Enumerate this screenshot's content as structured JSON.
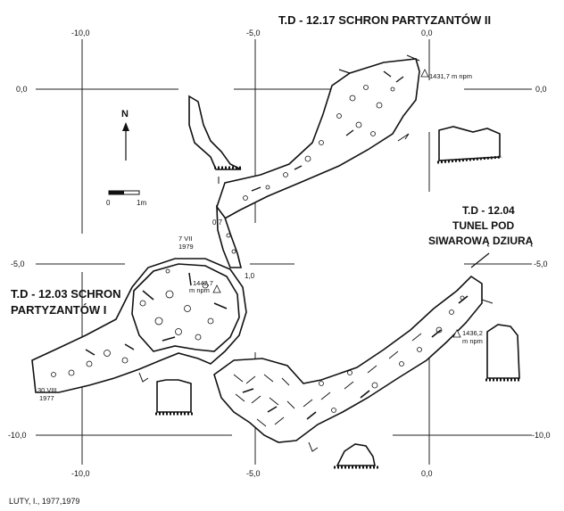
{
  "titles": {
    "north_cave": "T.D - 12.17  SCHRON PARTYZANTÓW II",
    "east_cave_line1": "T.D - 12.04",
    "east_cave_line2": "TUNEL POD",
    "east_cave_line3": "SIWAROWĄ DZIURĄ",
    "west_cave_line1": "T.D - 12.03  SCHRON",
    "west_cave_line2": "PARTYZANTÓW I"
  },
  "grid_labels": {
    "top_x_minus10": "-10,0",
    "top_x_minus5": "-5,0",
    "top_x_0": "0,0",
    "bottom_x_minus10": "-10,0",
    "bottom_x_minus5": "-5,0",
    "bottom_x_0": "0,0",
    "left_y_0": "0,0",
    "left_y_minus5": "-5,0",
    "left_y_minus10": "-10,0",
    "right_y_0": "0,0",
    "right_y_minus5": "-5,0",
    "right_y_minus10": "-10,0"
  },
  "north_arrow": {
    "label": "N"
  },
  "scale_bar": {
    "start_label": "0",
    "end_label": "1m"
  },
  "annotations": {
    "elevation_north": "1431,7 m npm",
    "elevation_west_line1": "1442,7",
    "elevation_west_line2": "m npm",
    "elevation_east_line1": "1436,2",
    "elevation_east_line2": "m npm",
    "date_upper_line1": "7 VII",
    "date_upper_line2": "1979",
    "date_lower_line1": "30 VIII",
    "date_lower_line2": "1977",
    "height_1": "0,7",
    "height_2": "1,0"
  },
  "credit": "LUTY, I., 1977,1979"
}
